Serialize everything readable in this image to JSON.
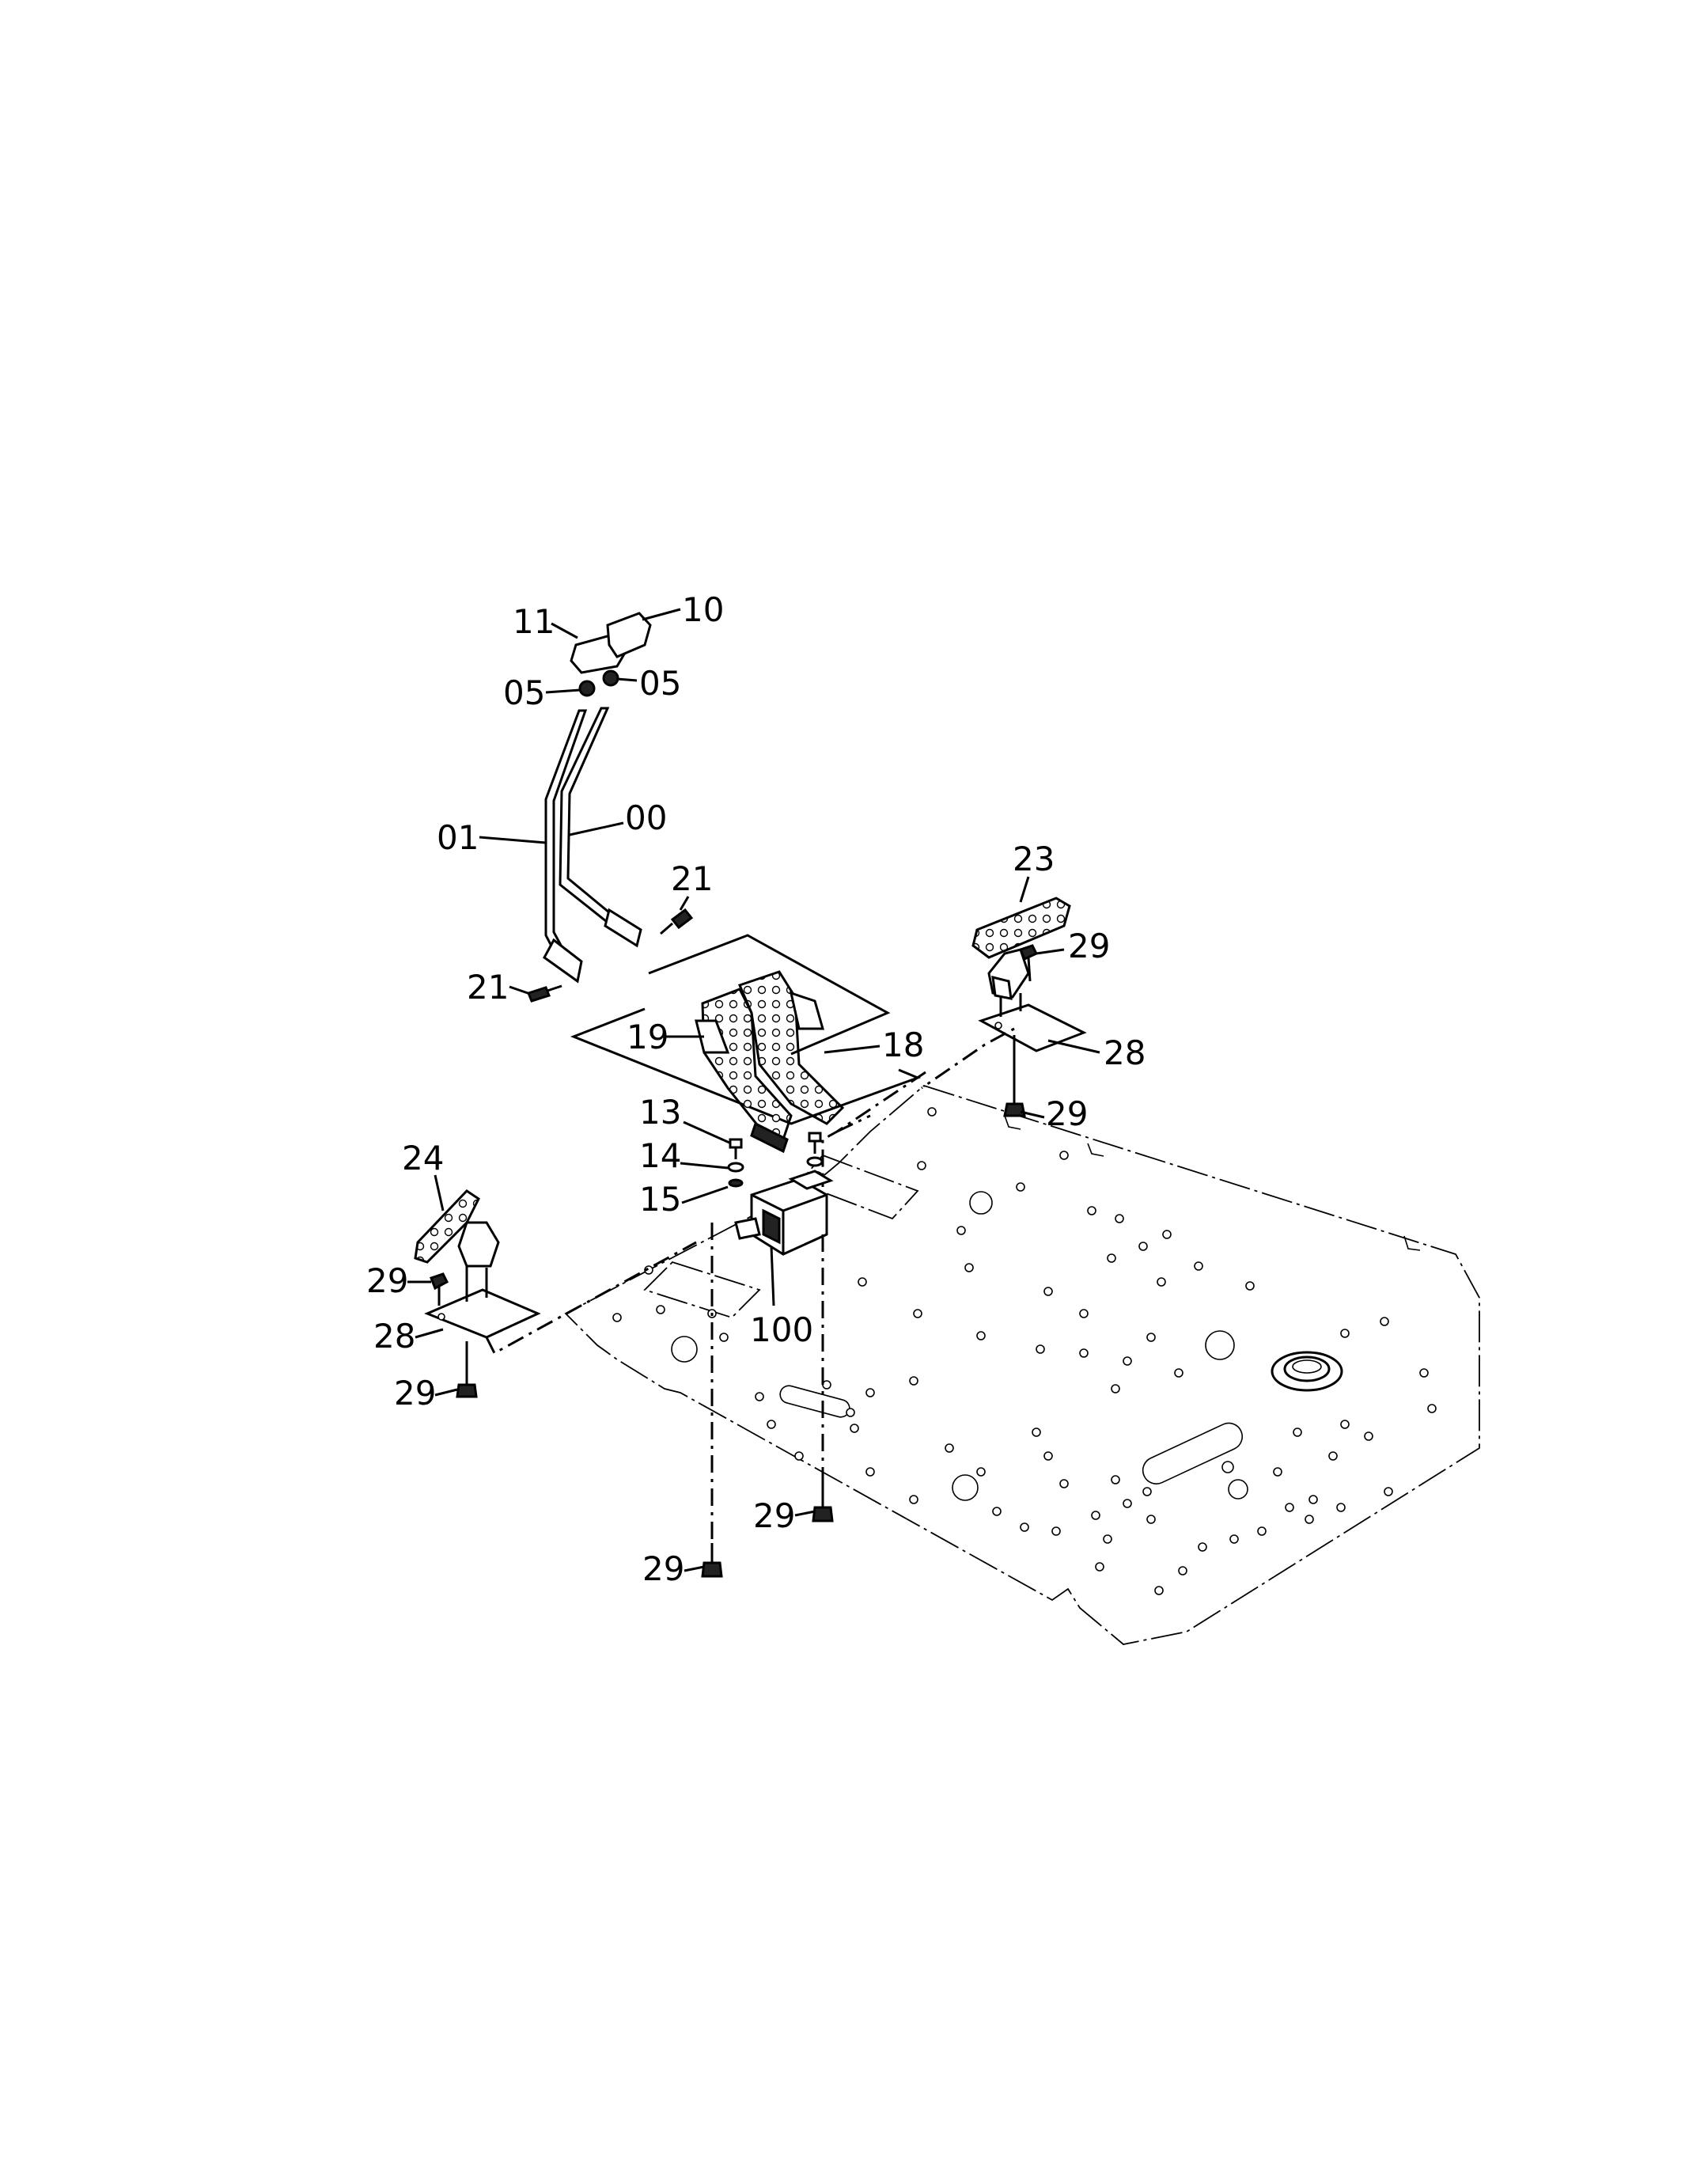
{
  "callouts": [
    {
      "id": "c11",
      "text": "11"
    },
    {
      "id": "c10",
      "text": "10"
    },
    {
      "id": "c05a",
      "text": "05"
    },
    {
      "id": "c05b",
      "text": "05"
    },
    {
      "id": "c01",
      "text": "01"
    },
    {
      "id": "c00",
      "text": "00"
    },
    {
      "id": "c21a",
      "text": "21"
    },
    {
      "id": "c21b",
      "text": "21"
    },
    {
      "id": "c19",
      "text": "19"
    },
    {
      "id": "c18",
      "text": "18"
    },
    {
      "id": "c23",
      "text": "23"
    },
    {
      "id": "c29a",
      "text": "29"
    },
    {
      "id": "c28a",
      "text": "28"
    },
    {
      "id": "c29b",
      "text": "29"
    },
    {
      "id": "c13",
      "text": "13"
    },
    {
      "id": "c14",
      "text": "14"
    },
    {
      "id": "c15",
      "text": "15"
    },
    {
      "id": "c24",
      "text": "24"
    },
    {
      "id": "c29c",
      "text": "29"
    },
    {
      "id": "c28b",
      "text": "28"
    },
    {
      "id": "c29d",
      "text": "29"
    },
    {
      "id": "c100",
      "text": "100"
    },
    {
      "id": "c29e",
      "text": "29"
    },
    {
      "id": "c29f",
      "text": "29"
    }
  ]
}
